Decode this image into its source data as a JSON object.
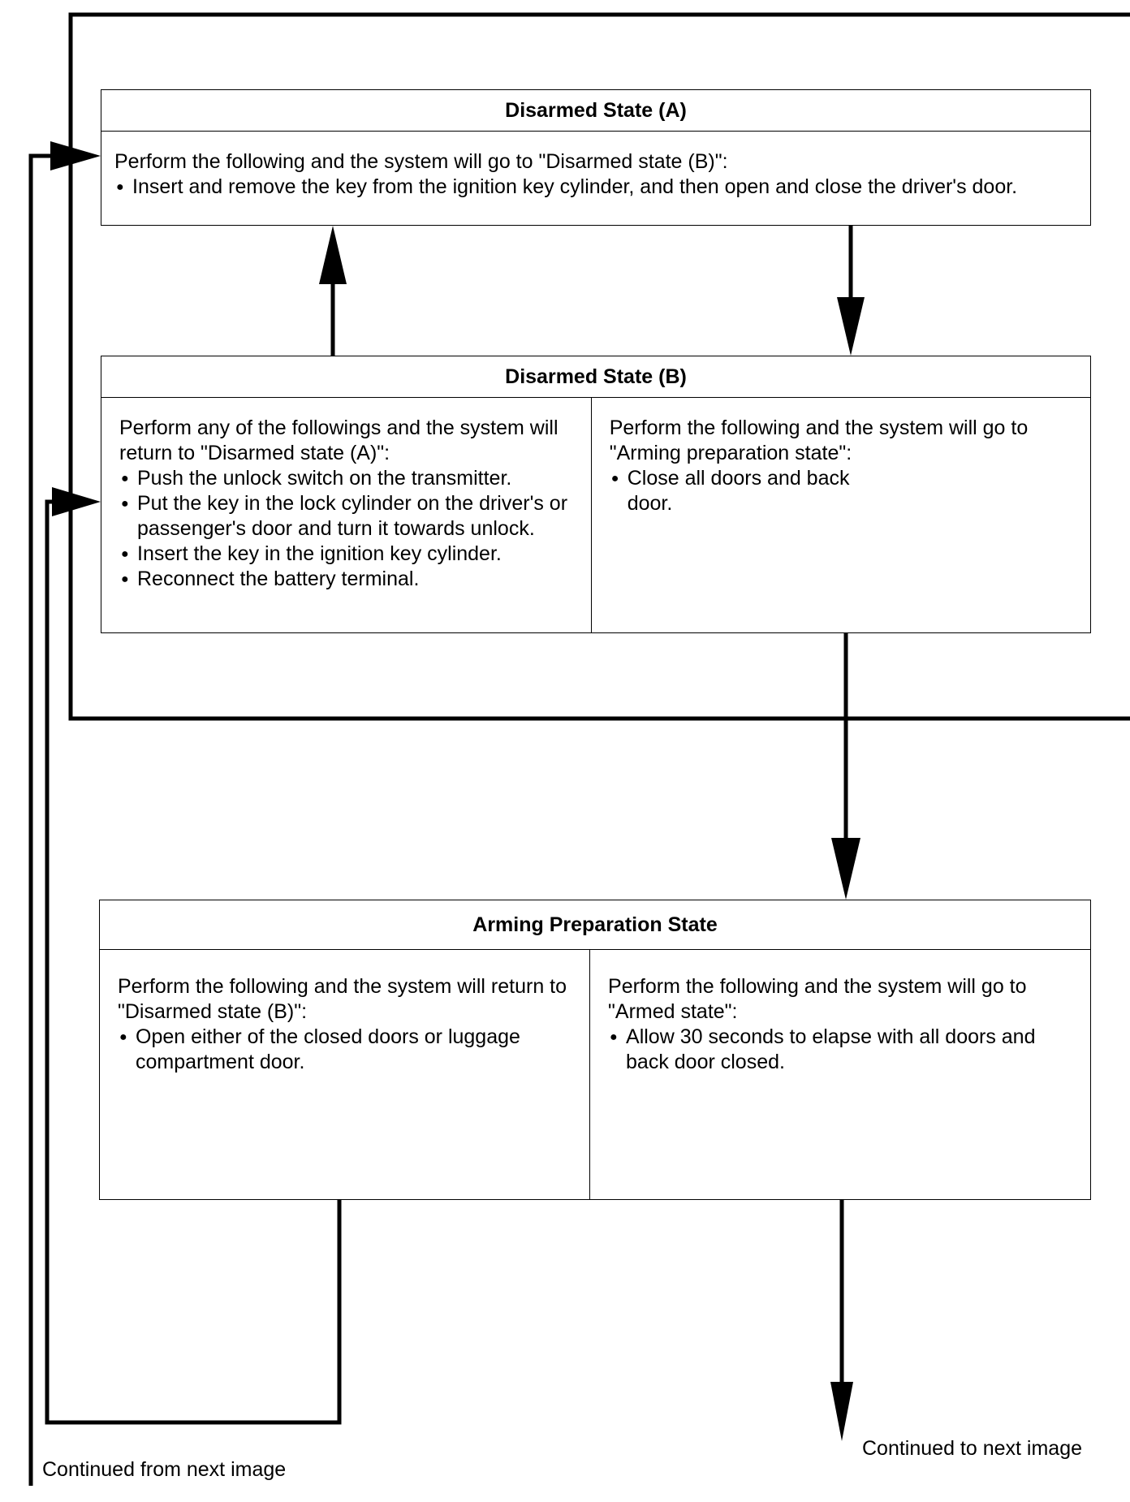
{
  "disarmed_a": {
    "title": "Disarmed State (A)",
    "intro": "Perform the following and the system will go to \"Disarmed state (B)\":",
    "bullets": [
      "Insert and remove the key from the ignition key cylinder, and then open and close the driver's door."
    ]
  },
  "disarmed_b": {
    "title": "Disarmed State (B)",
    "left_intro": "Perform any of the followings and the system will return to \"Disarmed state (A)\":",
    "left_bullets": [
      "Push the unlock switch on the transmitter.",
      "Put the key in the lock cylinder on the driver's or passenger's door and turn it towards unlock.",
      "Insert the key in the ignition key cylinder.",
      "Reconnect the battery terminal."
    ],
    "right_intro": "Perform the following and the system will go to \"Arming preparation state\":",
    "right_bullets": [
      "Close all doors and back door."
    ]
  },
  "arming_prep": {
    "title": "Arming Preparation State",
    "left_intro": "Perform the following and the system will return to \"Disarmed state (B)\":",
    "left_bullets": [
      "Open either of the closed doors or luggage compartment door."
    ],
    "right_intro": "Perform the following and the system will go to \"Armed state\":",
    "right_bullets": [
      "Allow 30 seconds to elapse with all doors and back door closed."
    ]
  },
  "captions": {
    "from_next": "Continued from next image",
    "to_next": "Continued to next image"
  }
}
